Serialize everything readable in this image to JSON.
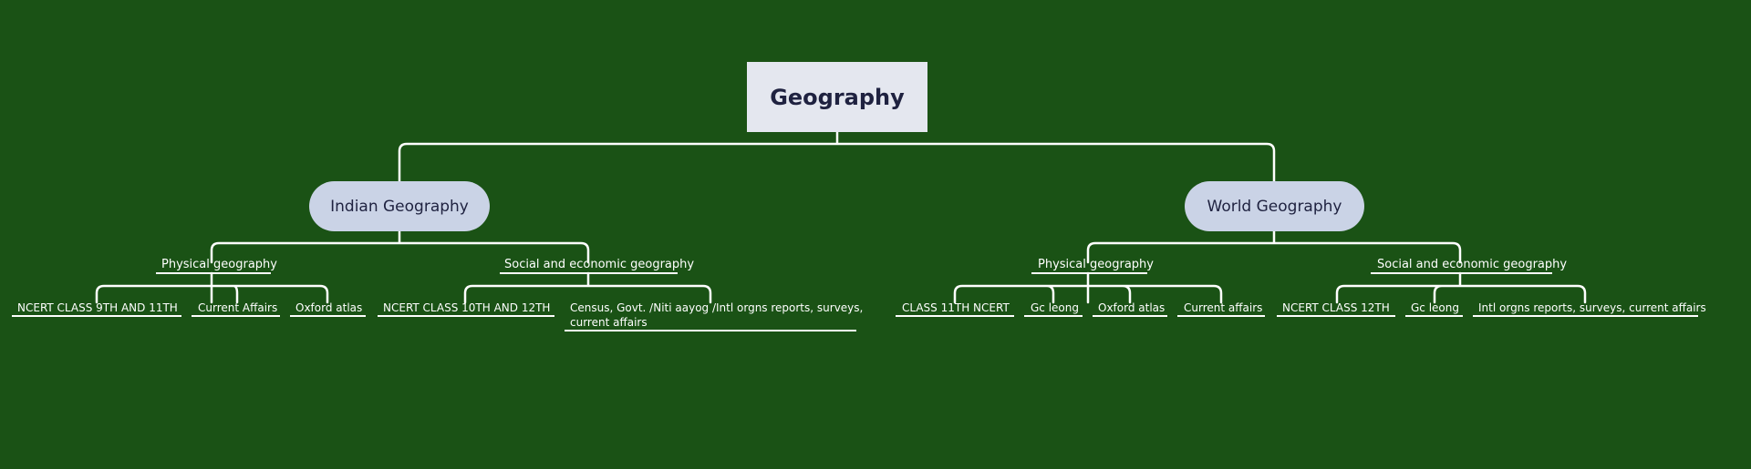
{
  "colors": {
    "background": "#1a5215",
    "root_fill": "#e4e7ef",
    "branch_fill": "#cad3e6",
    "node_text": "#1f2240",
    "line": "#ffffff"
  },
  "root": {
    "label": "Geography"
  },
  "branches": [
    {
      "label": "Indian Geography",
      "subtopics": [
        {
          "label": "Physical geography",
          "leaves": [
            "NCERT CLASS 9TH AND 11TH",
            "Current Affairs",
            "Oxford atlas"
          ]
        },
        {
          "label": "Social and economic geography",
          "leaves": [
            "NCERT CLASS 10TH AND 12TH",
            "Census, Govt. /Niti aayog /Intl orgns reports, surveys, current affairs"
          ]
        }
      ]
    },
    {
      "label": "World Geography",
      "subtopics": [
        {
          "label": "Physical geography",
          "leaves": [
            "CLASS 11TH NCERT",
            "Gc leong",
            "Oxford atlas",
            "Current affairs"
          ]
        },
        {
          "label": "Social and economic geography",
          "leaves": [
            "NCERT CLASS 12TH",
            "Gc leong",
            "Intl orgns reports, surveys, current affairs"
          ]
        }
      ]
    }
  ]
}
